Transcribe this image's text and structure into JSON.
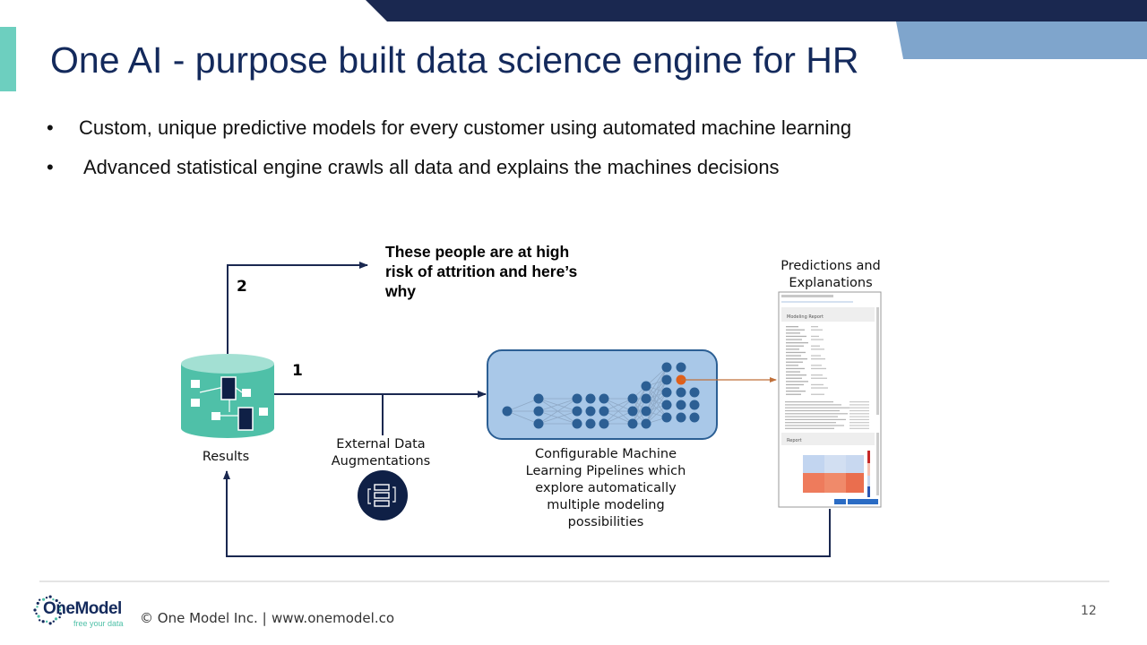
{
  "slide": {
    "title": "One AI - purpose built data science engine for HR",
    "bullets": [
      "Custom, unique predictive models for every customer using automated machine learning",
      "Advanced statistical engine crawls all data and explains the machines decisions"
    ],
    "page_number": "12"
  },
  "diagram": {
    "results_label": "Results",
    "step1": "1",
    "step2": "2",
    "callout": [
      "These people are at high",
      "risk of attrition and here’s",
      "why"
    ],
    "external_label": [
      "External Data",
      "Augmentations"
    ],
    "pipeline_label": [
      "Configurable Machine",
      "Learning Pipelines which",
      "explore automatically",
      "multiple modeling",
      "possibilities"
    ],
    "predictions_label": [
      "Predictions and",
      "Explanations"
    ]
  },
  "report": {
    "heading1": "Modeling Report",
    "heading2": "Report"
  },
  "footer": {
    "logo_name": "OneModel",
    "logo_tagline": "free your data",
    "copyright": "© One Model Inc. |",
    "website": "www.onemodel.co"
  },
  "colors": {
    "navy": "#142a5c",
    "teal": "#4fc0a8",
    "light_blue": "#a9c8e8",
    "node_blue": "#2c5f94",
    "highlight": "#e0601a"
  }
}
